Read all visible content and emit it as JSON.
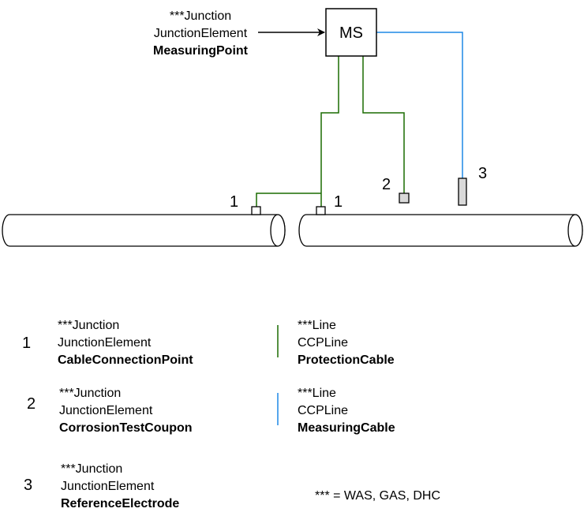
{
  "colors": {
    "protection_cable": "#1a6b00",
    "measuring_cable": "#1e88e5",
    "stroke": "#000000",
    "coupon_fill": "#d9d9d9",
    "electrode_fill": "#d9d9d9"
  },
  "diagram": {
    "box_label": "MS",
    "top_annotation": {
      "line1": "***Junction",
      "line2": "JunctionElement",
      "line3": "MeasuringPoint"
    },
    "markers": {
      "ccp_left": "1",
      "ccp_right": "1",
      "coupon": "2",
      "electrode": "3"
    }
  },
  "legend": {
    "item1": {
      "number": "1",
      "line1": "***Junction",
      "line2": "JunctionElement",
      "line3": "CableConnectionPoint"
    },
    "item2": {
      "number": "2",
      "line1": "***Junction",
      "line2": "JunctionElement",
      "line3": "CorrosionTestCoupon"
    },
    "item3": {
      "number": "3",
      "line1": "***Junction",
      "line2": "JunctionElement",
      "line3": "ReferenceElectrode"
    },
    "line_protection": {
      "line1": "***Line",
      "line2": "CCPLine",
      "line3": "ProtectionCable"
    },
    "line_measuring": {
      "line1": "***Line",
      "line2": "CCPLine",
      "line3": "MeasuringCable"
    },
    "footnote": "*** = WAS, GAS, DHC"
  }
}
